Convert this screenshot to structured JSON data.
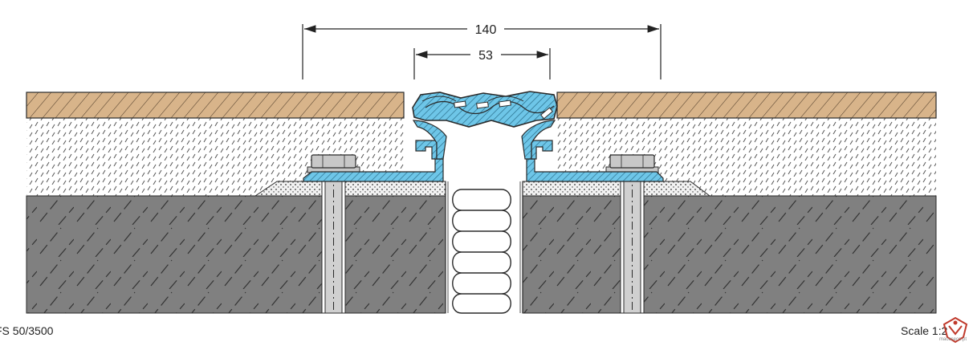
{
  "dimensions": {
    "overall": "140",
    "gap": "53"
  },
  "model_code": "FS 50/3500",
  "scale": "Scale 1:2",
  "watermark": "macoseco.pt",
  "colors": {
    "floor_finish": "#d8b48a",
    "screed": "#ffffff",
    "concrete": "#808080",
    "profile": "#6ec6e8",
    "outline": "#2a2a2a"
  }
}
